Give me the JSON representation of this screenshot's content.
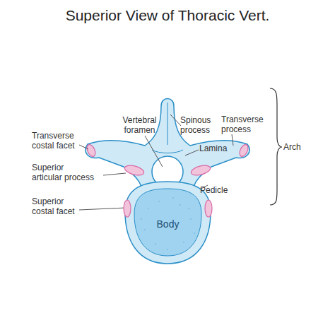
{
  "diagram": {
    "title": "Superior View of Thoracic Vert.",
    "nodes": [
      {
        "text": [
          "Body"
        ]
      }
    ],
    "labels": [
      "Spinous process",
      "Vertebral foramen",
      "Lamina",
      "Transverse process",
      "Transverse costal facet",
      "Superior articular process",
      "Pedicle",
      "Superior costal facet",
      "Arch"
    ]
  }
}
